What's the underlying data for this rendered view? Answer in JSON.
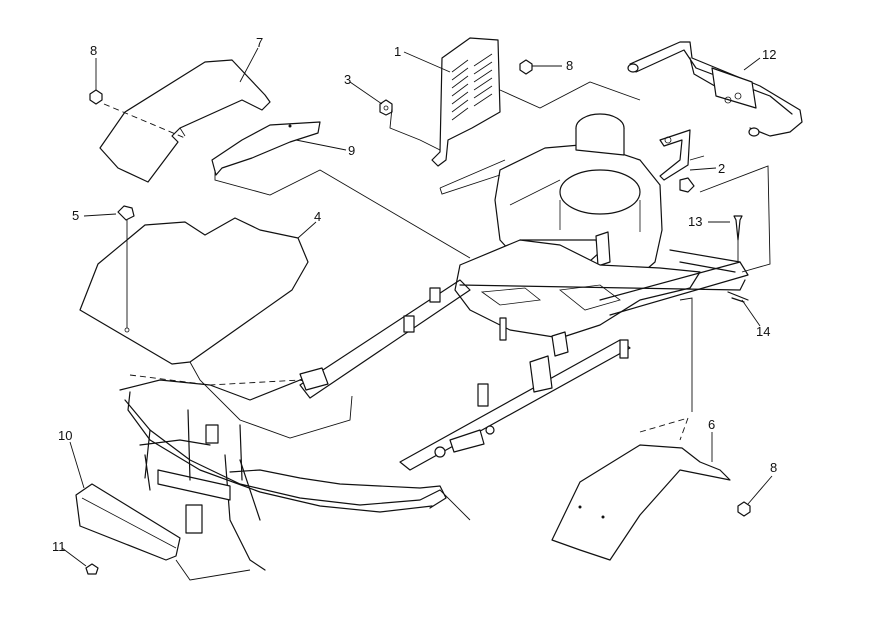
{
  "diagram": {
    "callouts": [
      {
        "id": "c1",
        "label": "1"
      },
      {
        "id": "c2",
        "label": "2"
      },
      {
        "id": "c3",
        "label": "3"
      },
      {
        "id": "c4",
        "label": "4"
      },
      {
        "id": "c5",
        "label": "5"
      },
      {
        "id": "c6",
        "label": "6"
      },
      {
        "id": "c7",
        "label": "7"
      },
      {
        "id": "c8a",
        "label": "8"
      },
      {
        "id": "c8b",
        "label": "8"
      },
      {
        "id": "c8c",
        "label": "8"
      },
      {
        "id": "c9",
        "label": "9"
      },
      {
        "id": "c10",
        "label": "10"
      },
      {
        "id": "c11",
        "label": "11"
      },
      {
        "id": "c12",
        "label": "12"
      },
      {
        "id": "c13",
        "label": "13"
      },
      {
        "id": "c14",
        "label": "14"
      }
    ]
  }
}
